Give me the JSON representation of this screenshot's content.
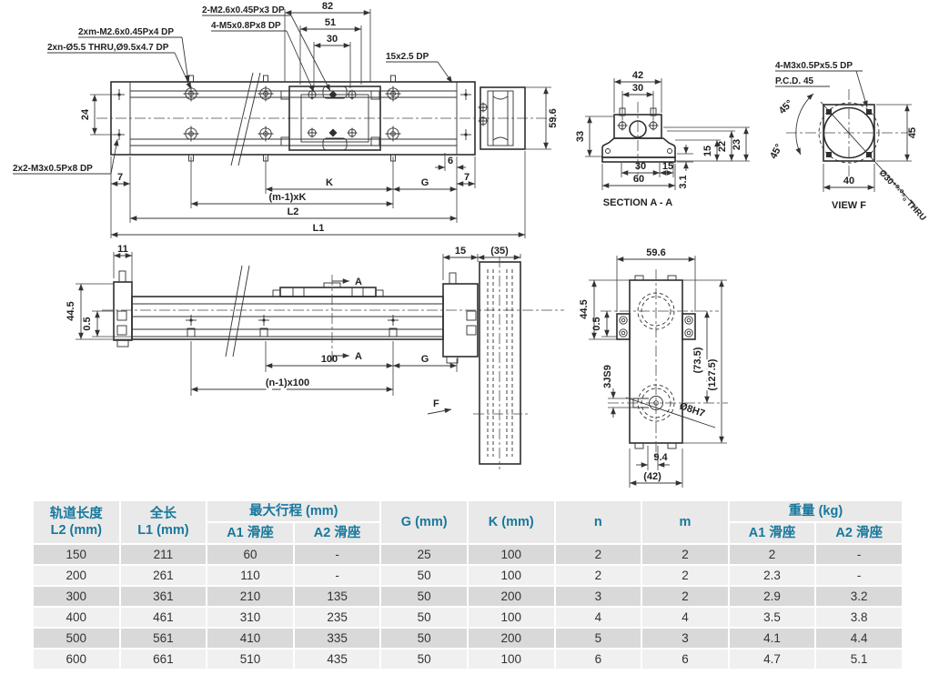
{
  "colors": {
    "accent": "#17789c",
    "line": "#2f2f2f",
    "row_dark": "#d9d9d9",
    "row_light": "#f0f0f0",
    "header_bg": "#e9e9e9"
  },
  "drawing": {
    "plan": {
      "ann_holes_top1": "2-M2.6x0.45Px3 DP",
      "ann_holes_top2": "4-M5x0.8Px8 DP",
      "ann_holes_left1": "2xm-M2.6x0.45Px4 DP",
      "ann_holes_left2": "2xn-Ø5.5 THRU,Ø9.5x4.7 DP",
      "ann_slot": "15x2.5 DP",
      "ann_holes_bottom": "2x2-M3x0.5Px8 DP",
      "d82": "82",
      "d51": "51",
      "d30": "30",
      "d24": "24",
      "d59_6": "59.6",
      "d6": "6",
      "d7_left": "7",
      "d7_right": "7",
      "dK": "K",
      "dG": "G",
      "d_m1k": "(m-1)xK",
      "dL2": "L2",
      "dL1": "L1"
    },
    "section": {
      "title": "SECTION A - A",
      "d42": "42",
      "d30_top": "30",
      "d33": "33",
      "d15_right": "15",
      "d22": "22",
      "d23": "23",
      "d30_bottom": "30",
      "d15_bottom": "15",
      "d3_1": "3.1",
      "d60": "60"
    },
    "view_f": {
      "title": "VIEW F",
      "ann_thread": "4-M3x0.5Px5.5 DP",
      "ann_pcd": "P.C.D. 45",
      "ann_bore": "Ø30⁺⁰·⁰⁵₀ THRU",
      "d45_deg_1": "45°",
      "d45_deg_2": "45°",
      "d45": "45",
      "d40": "40"
    },
    "side": {
      "d11": "11",
      "d44_5": "44.5",
      "d0_5": "0.5",
      "d15": "15",
      "d35": "(35)",
      "d100": "100",
      "dG": "G",
      "d_n100": "(n-1)x100",
      "section_label_top": "A",
      "section_label_bottom": "A",
      "view_label": "F"
    },
    "end": {
      "d59_6": "59.6",
      "d44_5": "44.5",
      "d0_5": "0.5",
      "d_key": "3JS9",
      "d73_5": "(73.5)",
      "d127_5": "(127.5)",
      "d_bore": "Ø8H7",
      "d9_4": "9.4",
      "d42": "(42)"
    }
  },
  "table": {
    "header": {
      "l2_line1": "轨道长度",
      "l2_line2": "L2 (mm)",
      "l1_line1": "全长",
      "l1_line2": "L1 (mm)",
      "stroke": "最大行程 (mm)",
      "stroke_a1": "A1 滑座",
      "stroke_a2": "A2 滑座",
      "g": "G (mm)",
      "k": "K (mm)",
      "n": "n",
      "m": "m",
      "weight": "重量 (kg)",
      "weight_a1": "A1 滑座",
      "weight_a2": "A2 滑座"
    },
    "rows": [
      [
        "150",
        "211",
        "60",
        "-",
        "25",
        "100",
        "2",
        "2",
        "2",
        "-"
      ],
      [
        "200",
        "261",
        "110",
        "-",
        "50",
        "100",
        "2",
        "2",
        "2.3",
        "-"
      ],
      [
        "300",
        "361",
        "210",
        "135",
        "50",
        "200",
        "3",
        "2",
        "2.9",
        "3.2"
      ],
      [
        "400",
        "461",
        "310",
        "235",
        "50",
        "100",
        "4",
        "4",
        "3.5",
        "3.8"
      ],
      [
        "500",
        "561",
        "410",
        "335",
        "50",
        "200",
        "5",
        "3",
        "4.1",
        "4.4"
      ],
      [
        "600",
        "661",
        "510",
        "435",
        "50",
        "100",
        "6",
        "6",
        "4.7",
        "5.1"
      ]
    ]
  }
}
